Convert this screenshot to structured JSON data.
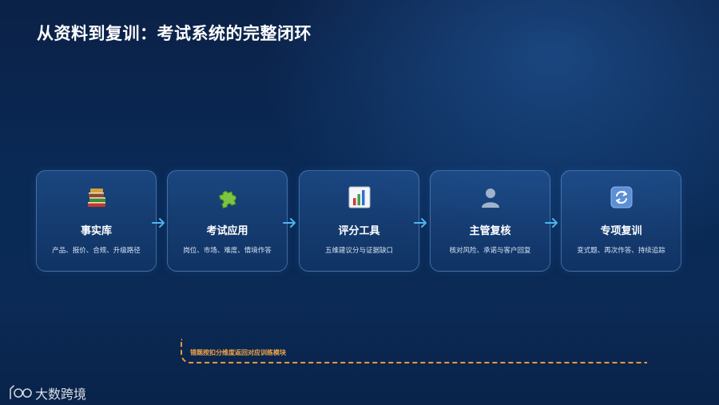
{
  "title": "从资料到复训：考试系统的完整闭环",
  "steps": [
    {
      "name": "事实库",
      "desc": "产品、报价、合规、升级路径",
      "icon": "books-icon"
    },
    {
      "name": "考试应用",
      "desc": "岗位、市场、难度、情境作答",
      "icon": "puzzle-icon"
    },
    {
      "name": "评分工具",
      "desc": "五维建议分与证据缺口",
      "icon": "bar-chart-icon"
    },
    {
      "name": "主管复核",
      "desc": "核对风险、承诺与客户回复",
      "icon": "person-icon"
    },
    {
      "name": "专项复训",
      "desc": "变式题、再次作答、持续追踪",
      "icon": "repeat-icon"
    }
  ],
  "feedback_loop": {
    "label": "错题按扣分维度返回对应训练模块",
    "color": "#e89a3c"
  },
  "brand": {
    "logo_text": "大数跨境"
  },
  "colors": {
    "arrow": "#4fb6f0",
    "card_border": "#78aae1"
  }
}
